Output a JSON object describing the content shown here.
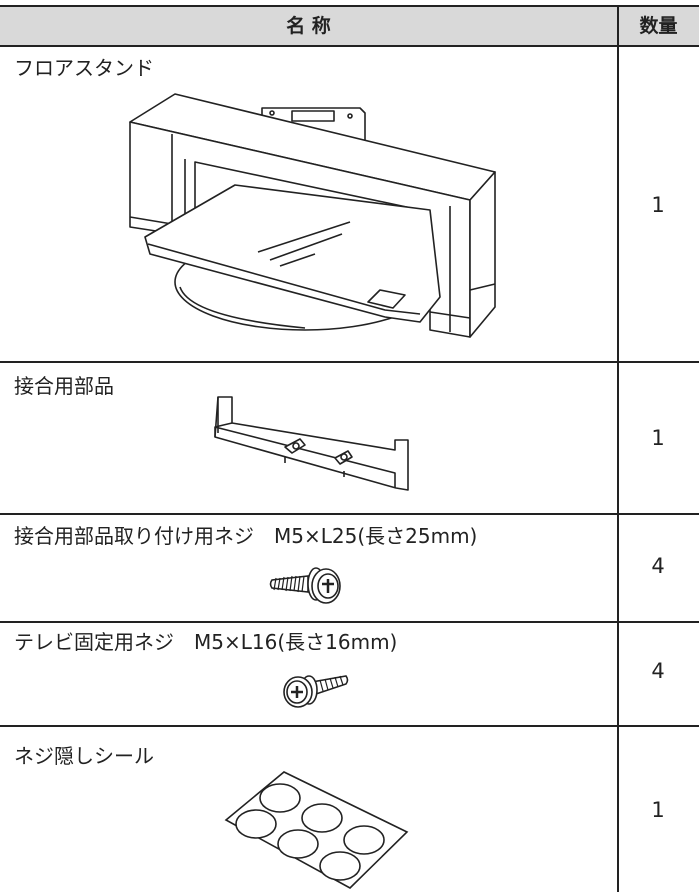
{
  "header": {
    "name_col": "名 称",
    "qty_col": "数量"
  },
  "items": [
    {
      "name": "フロアスタンド",
      "qty": "1",
      "illustration": "floor-stand"
    },
    {
      "name": "接合用部品",
      "qty": "1",
      "illustration": "joint-part"
    },
    {
      "name": "接合用部品取り付け用ネジ　M5×L25(長さ25mm)",
      "qty": "4",
      "illustration": "long-screw"
    },
    {
      "name": "テレビ固定用ネジ　M5×L16(長さ16mm)",
      "qty": "4",
      "illustration": "short-screw"
    },
    {
      "name": "ネジ隠しシール",
      "qty": "1",
      "illustration": "screw-cover-sticker-sheet"
    }
  ],
  "colors": {
    "header_bg": "#d9d9d9",
    "line": "#222222"
  }
}
